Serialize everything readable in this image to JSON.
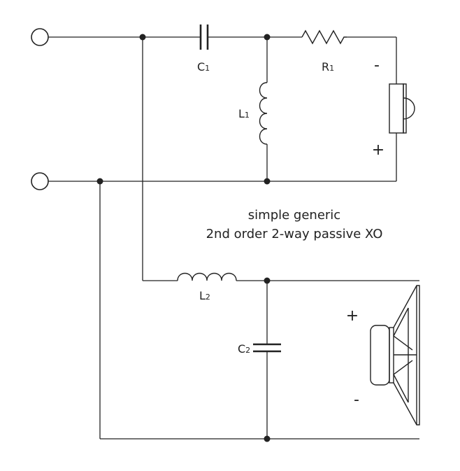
{
  "labels": {
    "c1": {
      "letter": "C",
      "sub": "1"
    },
    "r1": {
      "letter": "R",
      "sub": "1"
    },
    "l1": {
      "letter": "L",
      "sub": "1"
    },
    "l2": {
      "letter": "L",
      "sub": "2"
    },
    "c2": {
      "letter": "C",
      "sub": "2"
    }
  },
  "tweeter": {
    "polarity_top": "-",
    "polarity_bottom": "+"
  },
  "woofer": {
    "polarity_top": "+",
    "polarity_bottom": "-"
  },
  "caption": {
    "line1": "simple generic",
    "line2": "2nd order 2-way passive XO"
  }
}
